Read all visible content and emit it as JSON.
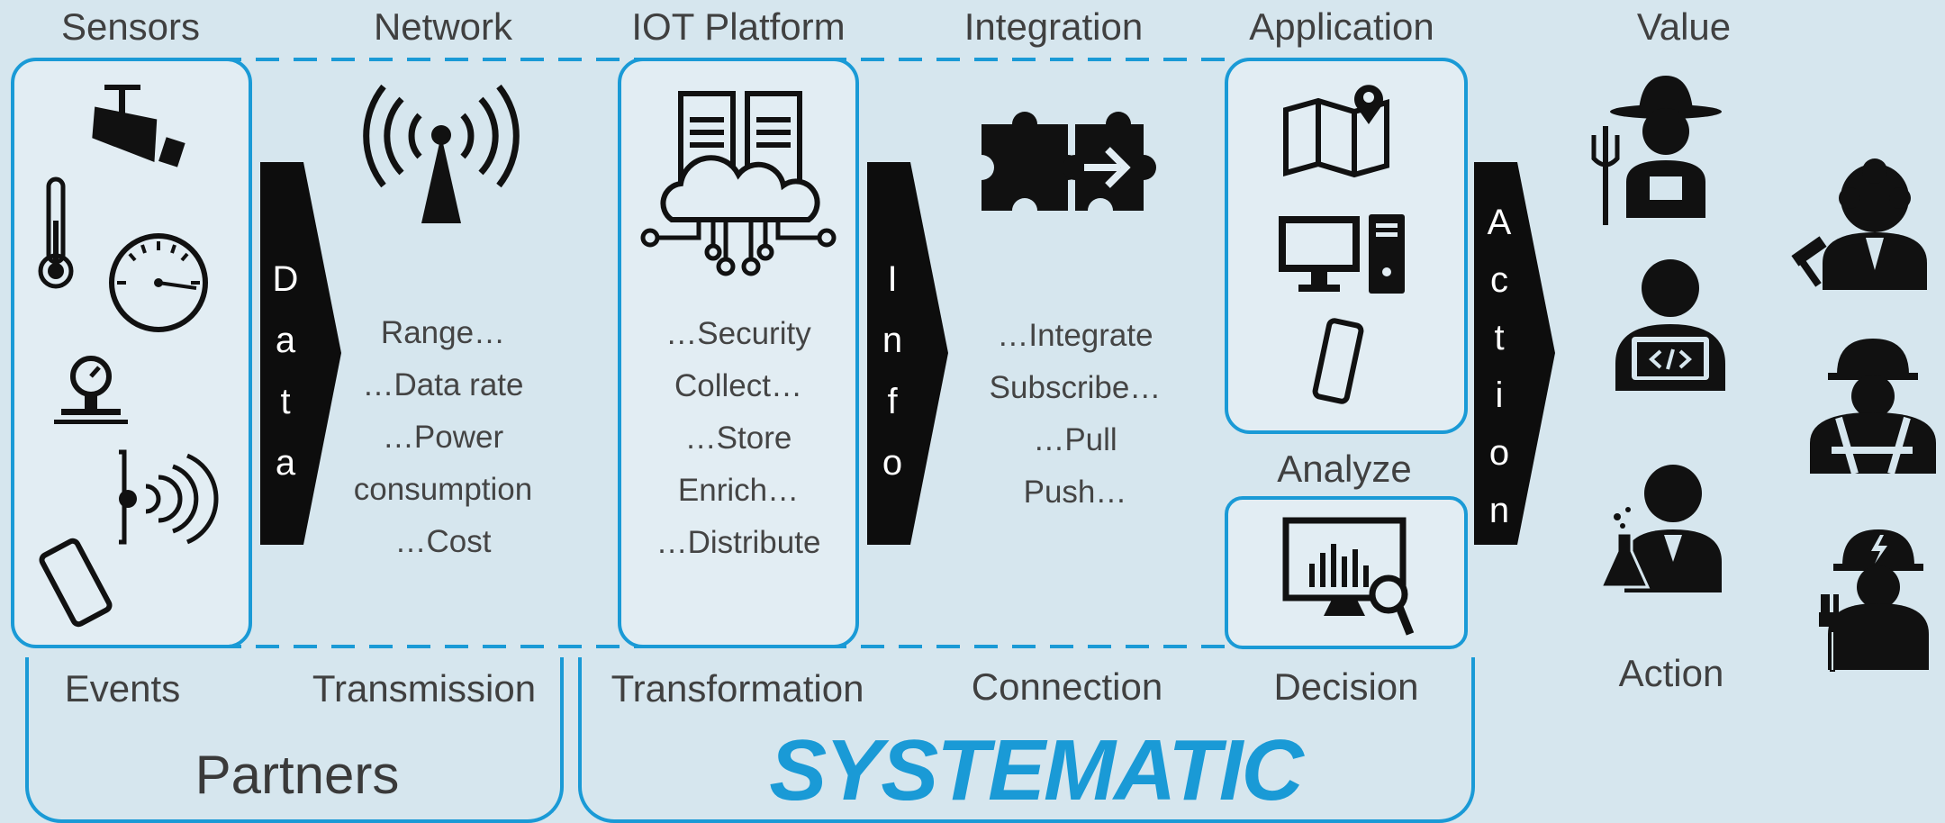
{
  "columns": {
    "sensors": "Sensors",
    "network": "Network",
    "iot_platform": "IOT Platform",
    "integration": "Integration",
    "application": "Application",
    "value": "Value",
    "analyze": "Analyze"
  },
  "arrows": {
    "data": [
      "D",
      "a",
      "t",
      "a"
    ],
    "info": [
      "I",
      "n",
      "f",
      "o"
    ],
    "action": [
      "A",
      "c",
      "t",
      "i",
      "o",
      "n"
    ]
  },
  "network_items": [
    "Range…",
    "…Data rate",
    "…Power",
    "consumption",
    "…Cost"
  ],
  "platform_items": [
    "…Security",
    "Collect…",
    "…Store",
    "Enrich…",
    "…Distribute"
  ],
  "integration_items": [
    "…Integrate",
    "Subscribe…",
    "…Pull",
    "Push…"
  ],
  "bottom": {
    "events": "Events",
    "transmission": "Transmission",
    "transformation": "Transformation",
    "connection": "Connection",
    "decision": "Decision",
    "action": "Action",
    "partners": "Partners",
    "brand": "SYSTEMATIC"
  },
  "colors": {
    "accent": "#1a9ad6",
    "background": "#d6e6ee",
    "icon": "#111111"
  }
}
